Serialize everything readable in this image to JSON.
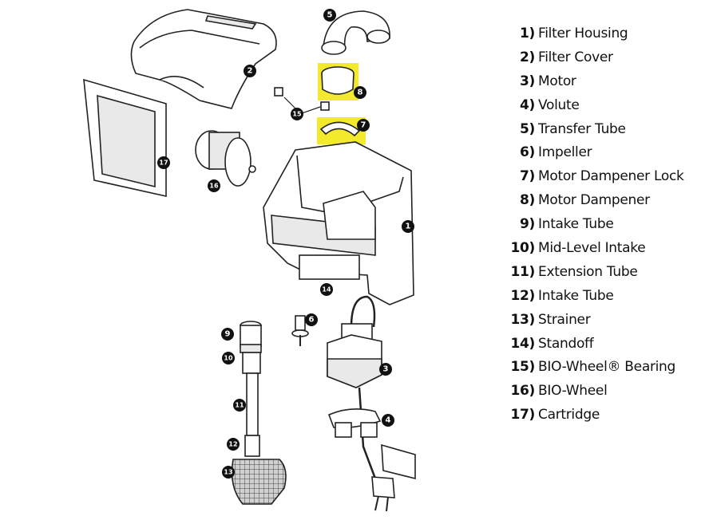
{
  "diagram": {
    "highlight_color": "#f2ea2a",
    "callouts": [
      "1",
      "2",
      "3",
      "4",
      "5",
      "6",
      "7",
      "8",
      "9",
      "10",
      "11",
      "12",
      "13",
      "14",
      "15",
      "16",
      "17"
    ]
  },
  "legend": [
    {
      "num": "1)",
      "label": "Filter Housing"
    },
    {
      "num": "2)",
      "label": "Filter Cover"
    },
    {
      "num": "3)",
      "label": "Motor"
    },
    {
      "num": "4)",
      "label": "Volute"
    },
    {
      "num": "5)",
      "label": "Transfer Tube"
    },
    {
      "num": "6)",
      "label": "Impeller"
    },
    {
      "num": "7)",
      "label": "Motor Dampener Lock"
    },
    {
      "num": "8)",
      "label": "Motor Dampener"
    },
    {
      "num": "9)",
      "label": "Intake Tube"
    },
    {
      "num": "10)",
      "label": "Mid-Level Intake"
    },
    {
      "num": "11)",
      "label": "Extension Tube"
    },
    {
      "num": "12)",
      "label": "Intake Tube"
    },
    {
      "num": "13)",
      "label": "Strainer"
    },
    {
      "num": "14)",
      "label": "Standoff"
    },
    {
      "num": "15)",
      "label": "BIO-Wheel® Bearing"
    },
    {
      "num": "16)",
      "label": "BIO-Wheel"
    },
    {
      "num": "17)",
      "label": "Cartridge"
    }
  ]
}
